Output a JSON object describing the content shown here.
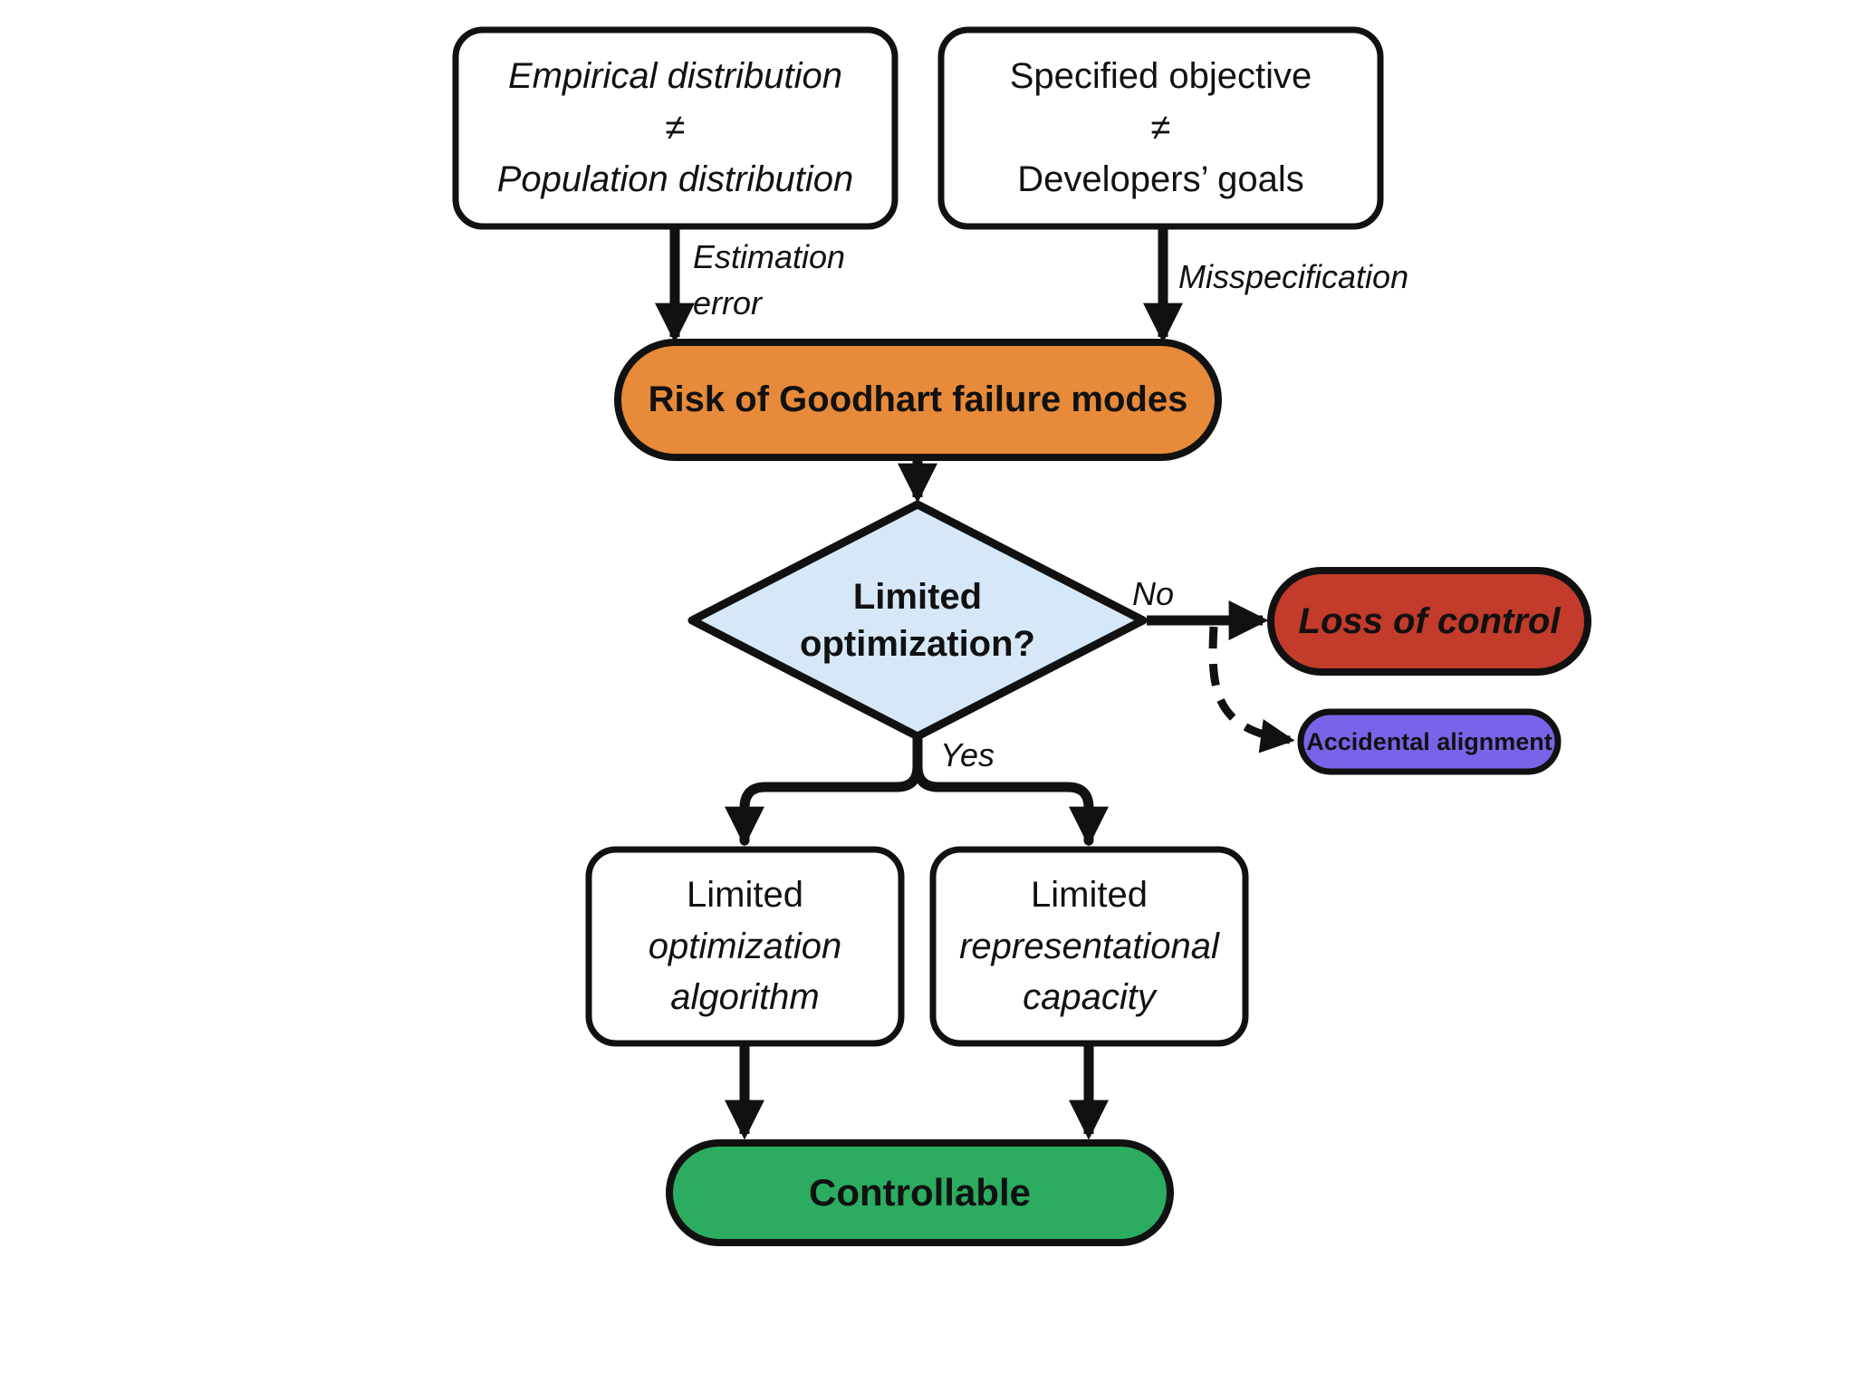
{
  "diagram": {
    "title": "Goodhart failure modes flowchart",
    "colors": {
      "node_fill": "#ffffff",
      "border": "#111111",
      "risk_fill": "#e78a3a",
      "decision_fill": "#d6e8f7",
      "loss_fill": "#c23b2b",
      "accidental_fill": "#7a63e9",
      "controllable_fill": "#2bac60"
    },
    "nodes": {
      "empirical": {
        "line1": "Empirical distribution",
        "line2": "≠",
        "line3": "Population distribution"
      },
      "specified": {
        "line1": "Specified objective",
        "line2": "≠",
        "line3": "Developers’ goals"
      },
      "risk": {
        "label": "Risk of Goodhart failure modes"
      },
      "decision": {
        "line1": "Limited",
        "line2": "optimization?"
      },
      "loss": {
        "label": "Loss of control"
      },
      "accidental": {
        "label": "Accidental alignment"
      },
      "limited_optimization": {
        "line1": "Limited",
        "line2": "optimization",
        "line3": "algorithm"
      },
      "limited_representation": {
        "line1": "Limited",
        "line2": "representational",
        "line3": "capacity"
      },
      "controllable": {
        "label": "Controllable"
      }
    },
    "edge_labels": {
      "estimation_line1": "Estimation",
      "estimation_line2": "error",
      "misspecification": "Misspecification",
      "no": "No",
      "yes": "Yes"
    }
  }
}
